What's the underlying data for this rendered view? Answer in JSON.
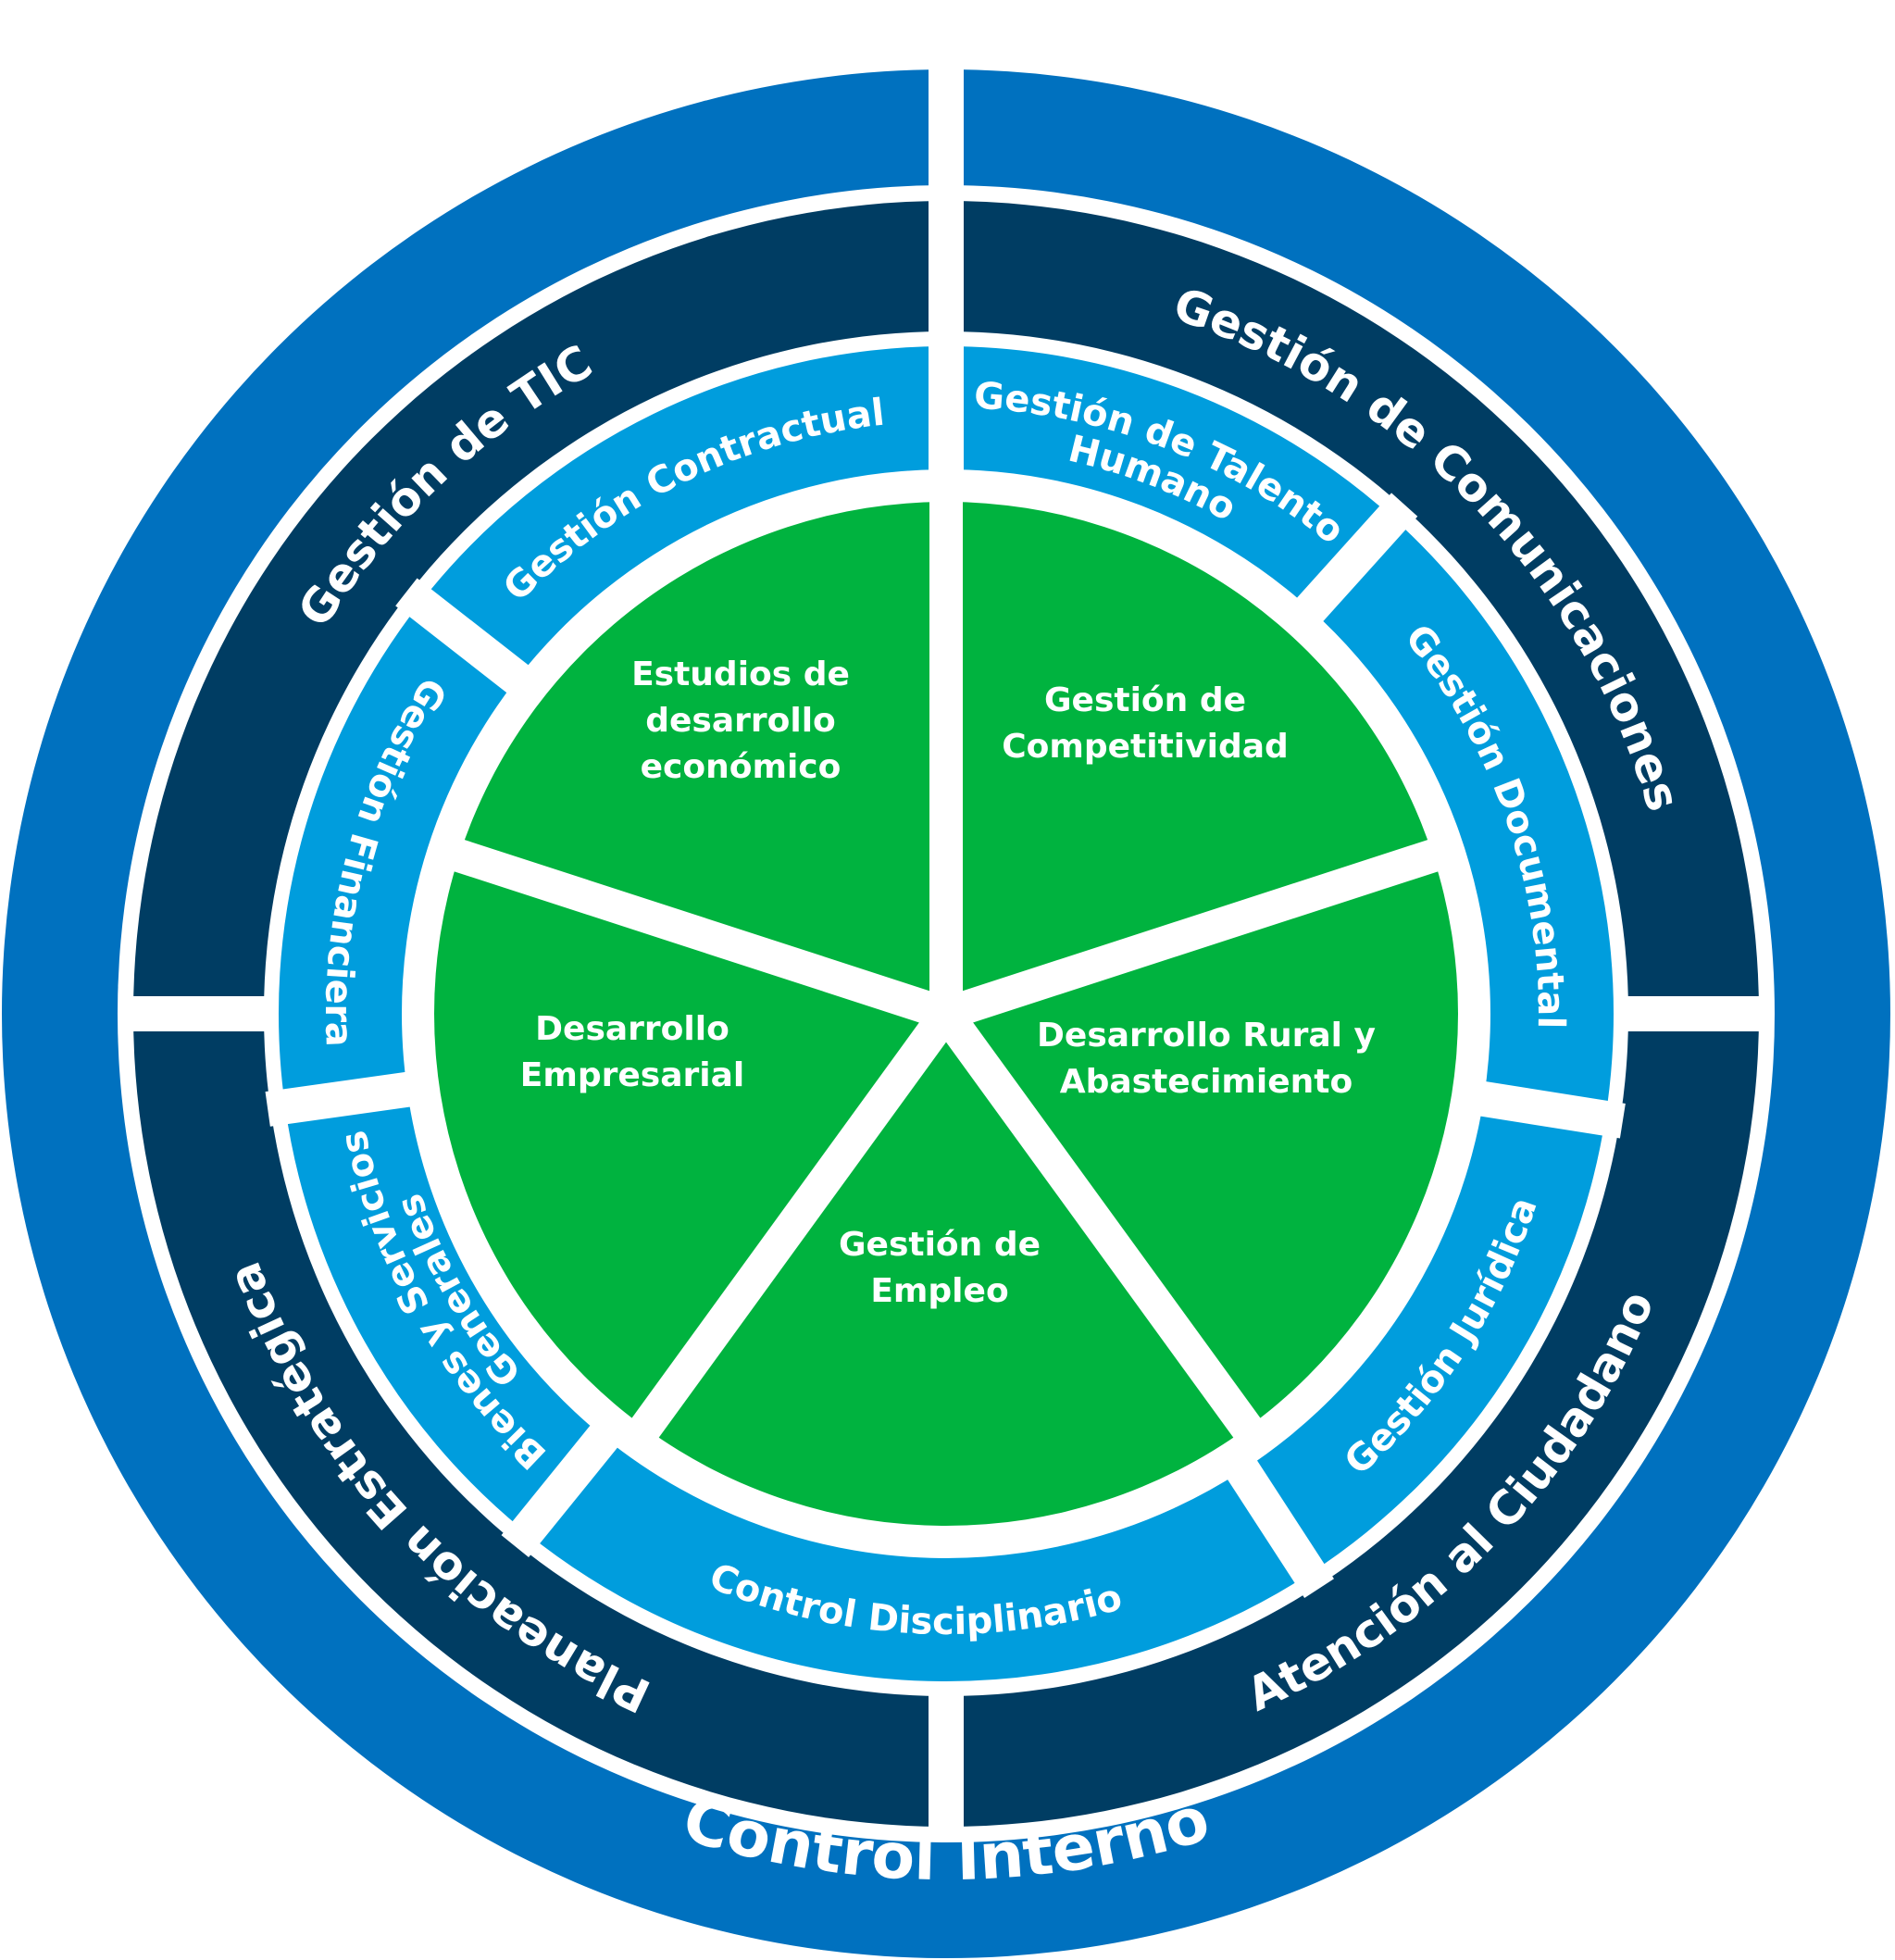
{
  "colors": {
    "outer_ring": "#0071bf",
    "dark_ring": "#003d63",
    "light_ring": "#009ddd",
    "core": "#00b33f",
    "gap": "#ffffff",
    "text": "#ffffff"
  },
  "outer_ring": {
    "label": "Control Interno"
  },
  "strategic_processes": [
    {
      "label": "Gestión de TIC"
    },
    {
      "label": "Gestión de Comunicaciones"
    },
    {
      "label": "Atención al Ciudadano"
    },
    {
      "label": "Planeación Estratégica"
    }
  ],
  "support_processes": [
    {
      "lines": [
        "Gestión Contractual"
      ]
    },
    {
      "lines": [
        "Gestión de Talento",
        "Humano"
      ]
    },
    {
      "lines": [
        "Gestión Documental"
      ]
    },
    {
      "lines": [
        "Gestión Jurídica"
      ]
    },
    {
      "lines": [
        "Control Disciplinario"
      ]
    },
    {
      "lines": [
        "Bienes y Servicios",
        "Generales"
      ]
    },
    {
      "lines": [
        "Gestión Financiera"
      ]
    }
  ],
  "core_processes": [
    {
      "lines": [
        "Estudios de",
        "desarrollo",
        "económico"
      ]
    },
    {
      "lines": [
        "Gestión de",
        "Competitividad"
      ]
    },
    {
      "lines": [
        "Desarrollo Rural y",
        "Abastecimiento"
      ]
    },
    {
      "lines": [
        "Gestión de",
        "Empleo"
      ]
    },
    {
      "lines": [
        "Desarrollo",
        "Empresarial"
      ]
    }
  ]
}
